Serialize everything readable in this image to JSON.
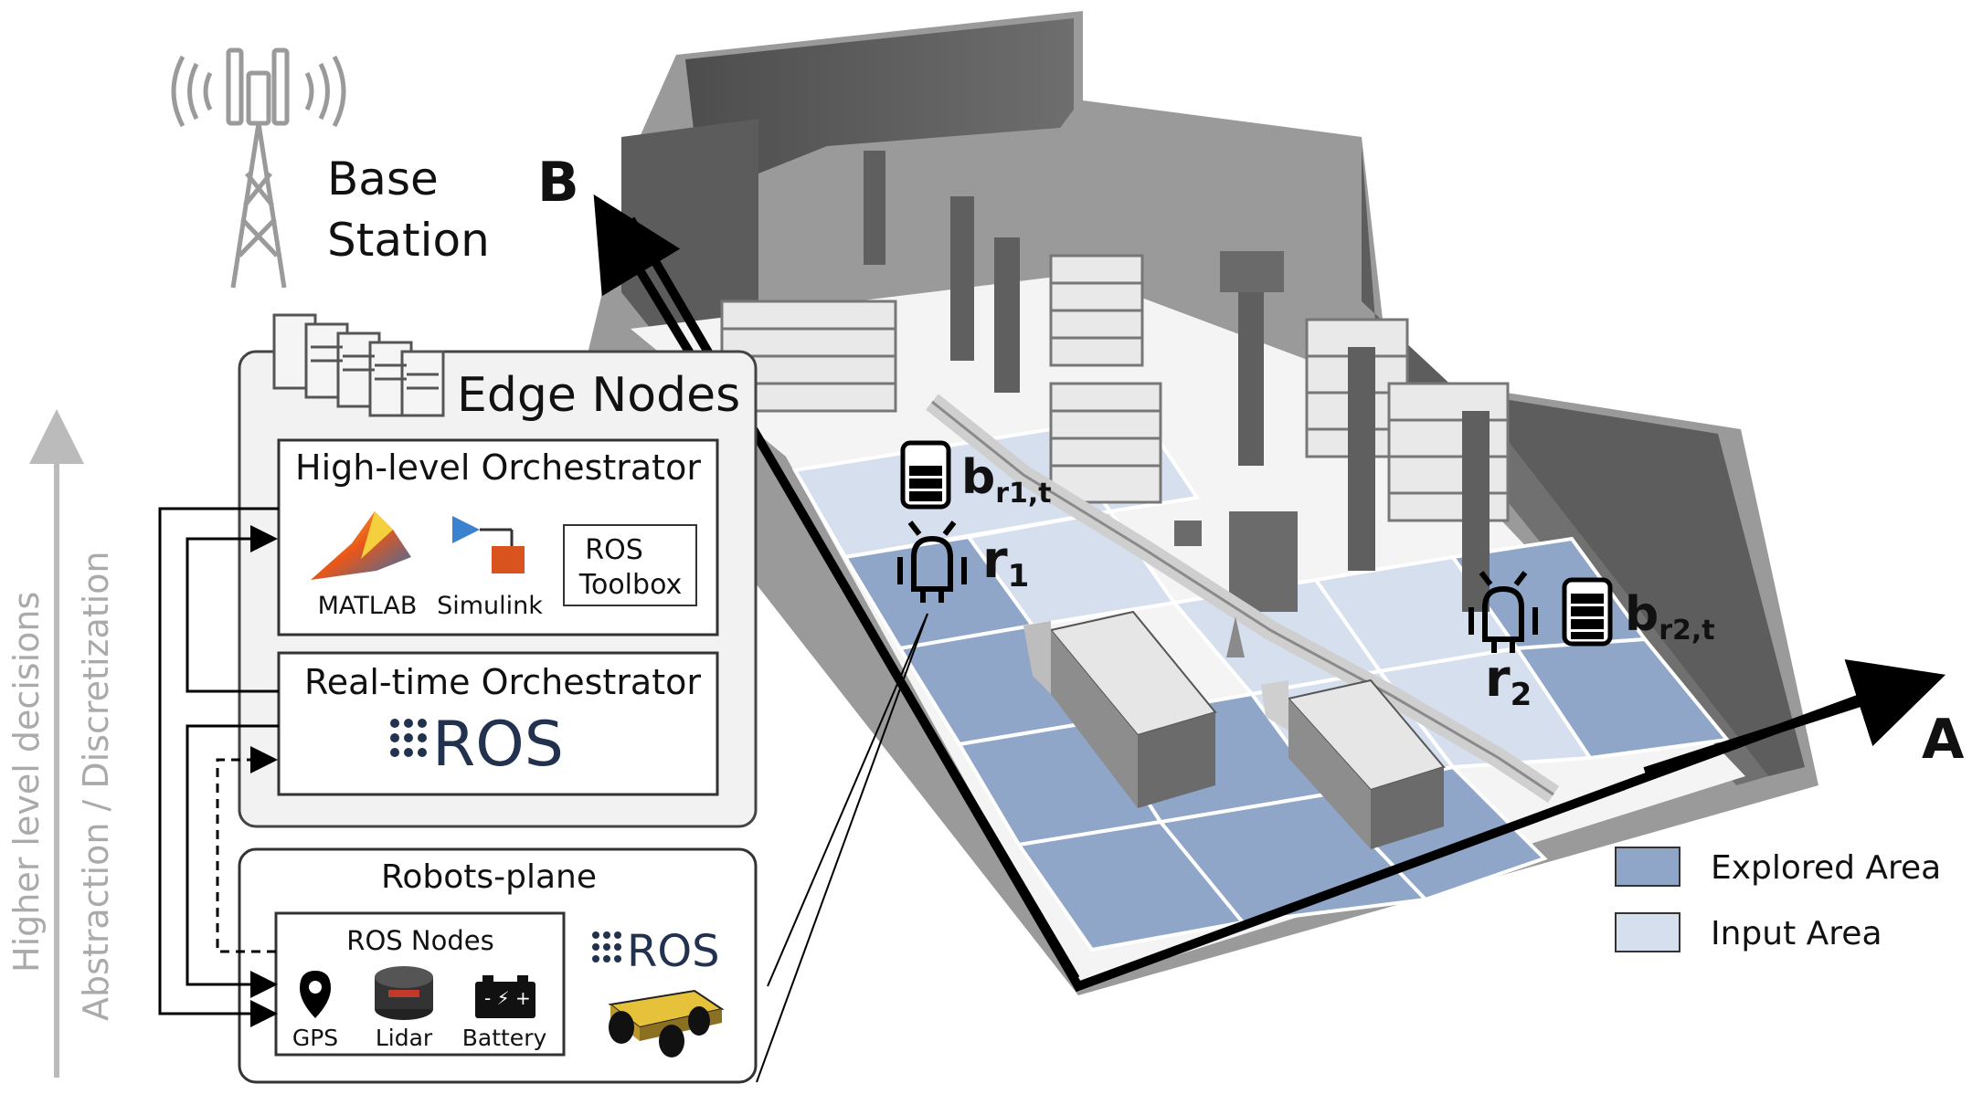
{
  "base_station": {
    "line1": "Base",
    "line2": "Station",
    "icon": "cell-tower-icon"
  },
  "edge_nodes": {
    "title": "Edge Nodes",
    "icon": "server-rack-icon",
    "high_level": {
      "title": "High-level Orchestrator",
      "matlab": "MATLAB",
      "simulink": "Simulink",
      "ros_toolbox_line1": "ROS",
      "ros_toolbox_line2": "Toolbox"
    },
    "real_time": {
      "title": "Real-time Orchestrator",
      "ros_logo": "ROS"
    }
  },
  "robots_plane": {
    "title": "Robots-plane",
    "ros_nodes": {
      "title": "ROS Nodes",
      "gps": "GPS",
      "lidar": "Lidar",
      "battery": "Battery"
    },
    "ros_logo": "ROS"
  },
  "side_axis": {
    "line1": "Higher level decisions",
    "line2": "Abstraction / Discretization"
  },
  "map": {
    "axis_a": "A",
    "axis_b": "B",
    "robot1": {
      "name": "r",
      "sub": "1",
      "battery": "b",
      "battery_sub": "r1,t"
    },
    "robot2": {
      "name": "r",
      "sub": "2",
      "battery": "b",
      "battery_sub": "r2,t"
    }
  },
  "legend": {
    "explored": "Explored Area",
    "input": "Input Area"
  },
  "colors": {
    "explored": "#8fa6c9",
    "input": "#d6dfee",
    "panel_bg": "#f2f2f2",
    "wall": "#5a5a5a",
    "ros_blue": "#22314e"
  }
}
